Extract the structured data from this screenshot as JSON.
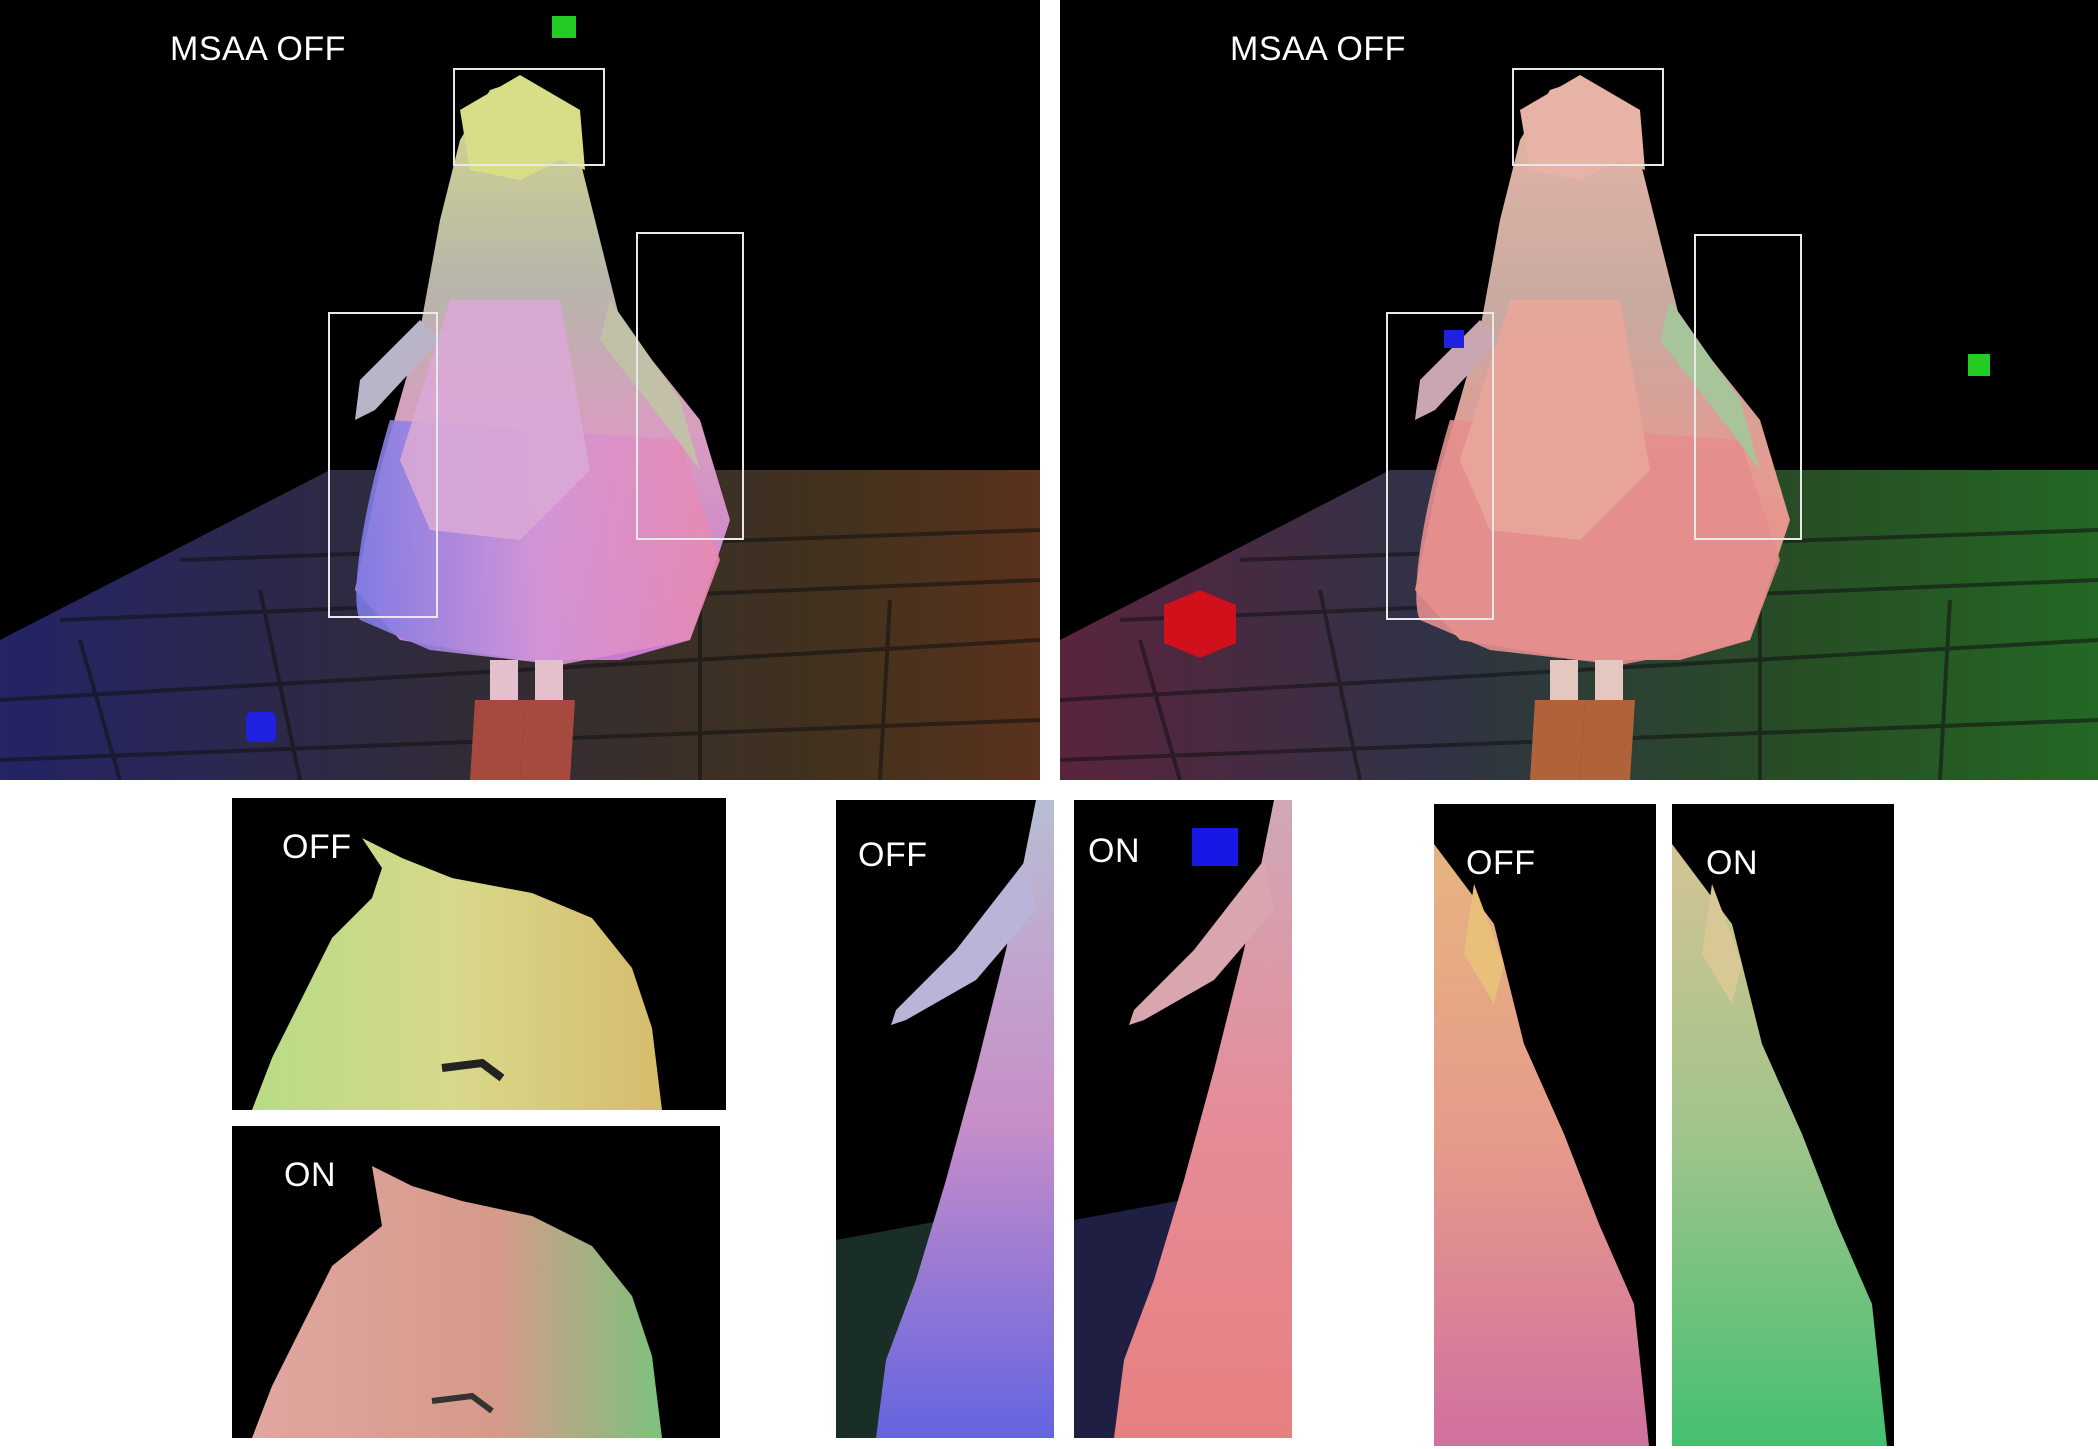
{
  "main_left": {
    "label": "MSAA OFF"
  },
  "main_right": {
    "label": "MSAA OFF"
  },
  "crop_head_off": {
    "label": "OFF"
  },
  "crop_head_on": {
    "label": "ON"
  },
  "crop_arm_off": {
    "label": "OFF"
  },
  "crop_arm_on": {
    "label": "ON"
  },
  "crop_hair_off": {
    "label": "OFF"
  },
  "crop_hair_on": {
    "label": "ON"
  },
  "colors": {
    "background": "#000000",
    "page": "#ffffff",
    "highlight_box": "#e8e8e8",
    "light_red": "#d0101a",
    "light_green": "#22cc22",
    "light_blue": "#2020e0"
  }
}
